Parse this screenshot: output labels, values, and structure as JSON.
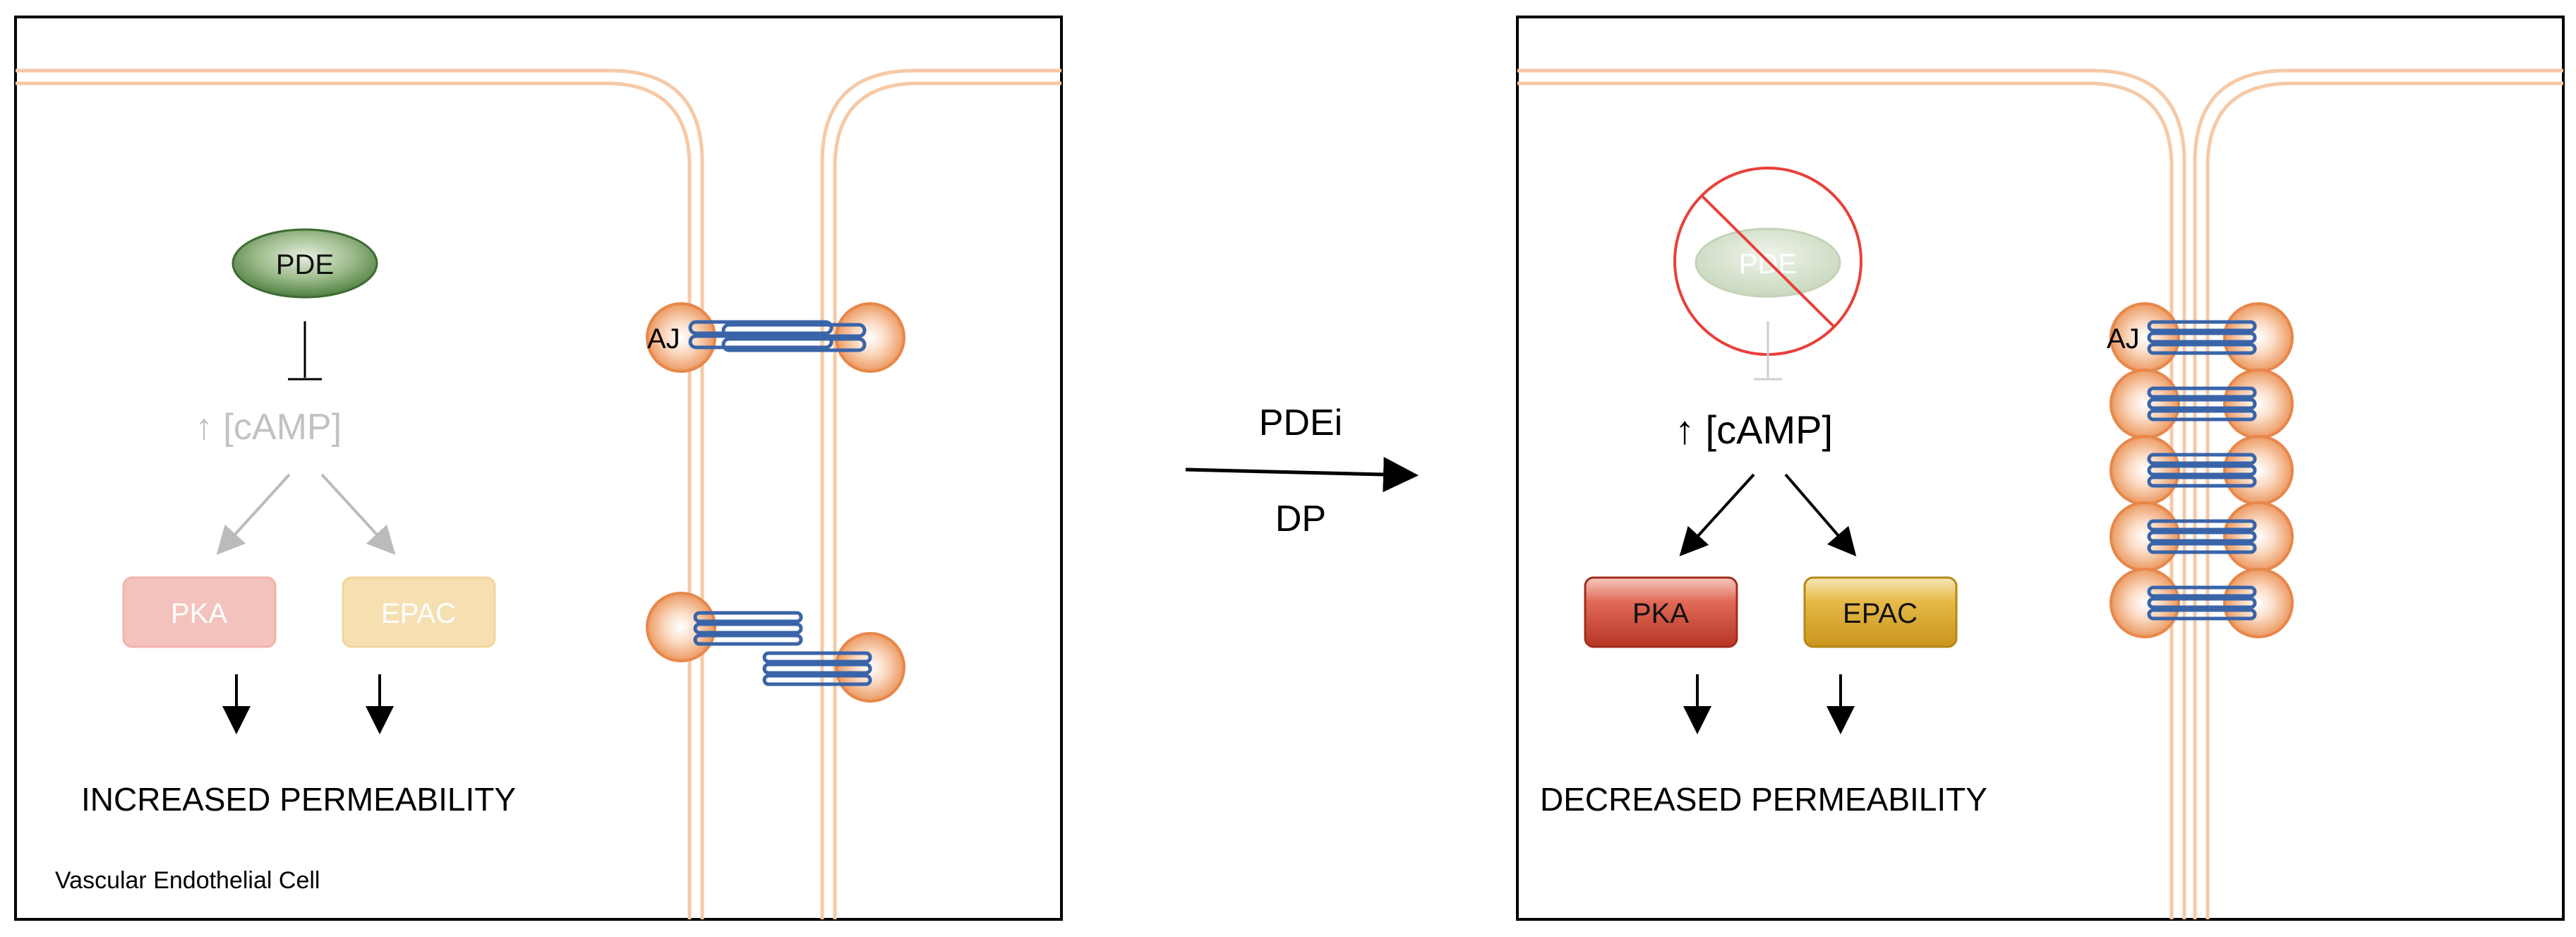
{
  "left_panel": {
    "pde_label": "PDE",
    "camp_label": "↑ [cAMP]",
    "pka_label": "PKA",
    "epac_label": "EPAC",
    "aj_label": "AJ",
    "outcome": "INCREASED PERMEABILITY",
    "cell_label": "Vascular Endothelial Cell"
  },
  "middle": {
    "top_label": "PDEi",
    "bottom_label": "DP"
  },
  "right_panel": {
    "pde_label": "PDE",
    "camp_label": "↑ [cAMP]",
    "pka_label": "PKA",
    "epac_label": "EPAC",
    "aj_label": "AJ",
    "outcome": "DECREASED PERMEABILITY"
  },
  "colors": {
    "membrane": "#f6c9a6",
    "pde_green": "#4e8040",
    "pka_red": "#c0392b",
    "epac_gold": "#d4a325",
    "junction_orange": "#e8874a",
    "cadherin_blue": "#3a64a8",
    "inhibit_red": "#e8403a"
  }
}
